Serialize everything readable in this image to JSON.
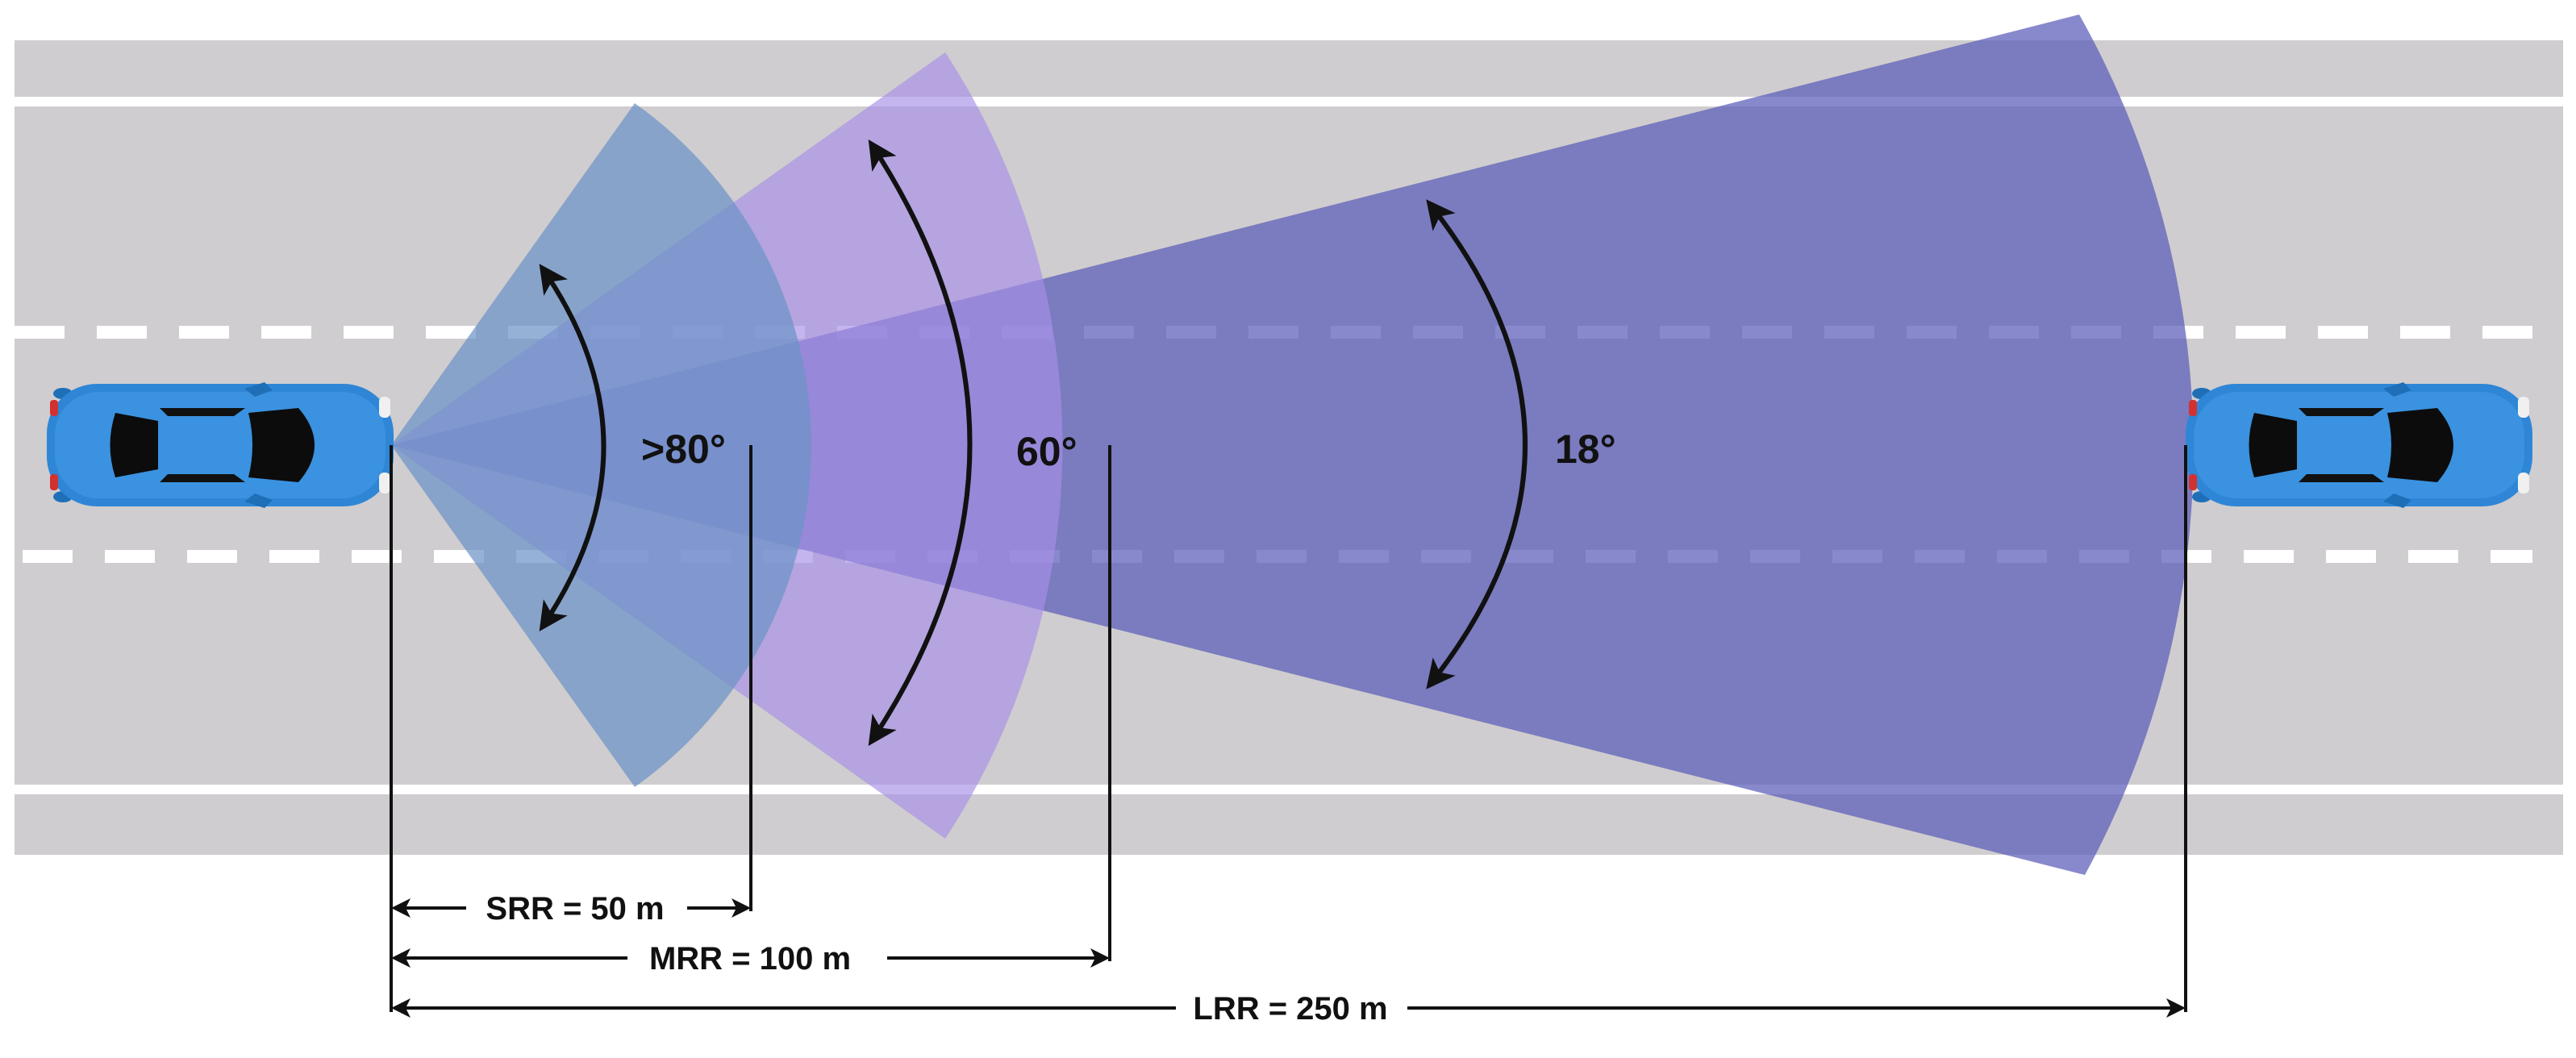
{
  "colors": {
    "road": "#cfcdcf",
    "lane_line": "#ffffff",
    "car_body": "#2f86d6",
    "car_glass": "#0c0c0c",
    "srr_beam": "#6c93c6",
    "mrr_beam": "#a78fe6",
    "lrr_beam": "#5a5bb8",
    "arrow": "#111111"
  },
  "sensors": [
    {
      "id": "srr",
      "angle_label": ">80°",
      "range_label": "SRR = 50 m"
    },
    {
      "id": "mrr",
      "angle_label": "60°",
      "range_label": "MRR = 100 m"
    },
    {
      "id": "lrr",
      "angle_label": "18°",
      "range_label": "LRR = 250 m"
    }
  ],
  "icons": {
    "ego_car": "car-top-view-icon",
    "target_car": "car-top-view-icon"
  }
}
